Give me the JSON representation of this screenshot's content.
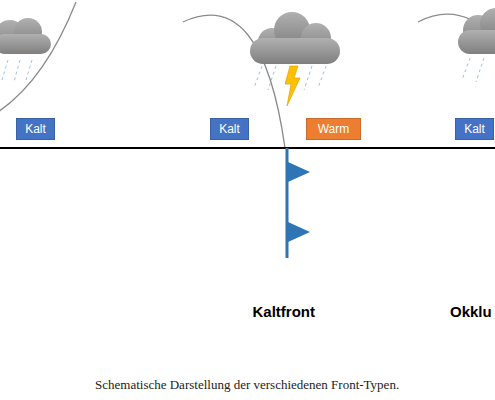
{
  "diagram": {
    "caption": "Schematische Darstellung der verschiedenen Front-Typen.",
    "nodes": [
      {
        "text": [
          "Kalt"
        ]
      },
      {
        "text": [
          "Kalt"
        ]
      },
      {
        "text": [
          "Warm"
        ]
      },
      {
        "text": [
          "Kalt"
        ]
      }
    ],
    "labels": [
      "Kaltfront",
      "Okklu"
    ]
  }
}
